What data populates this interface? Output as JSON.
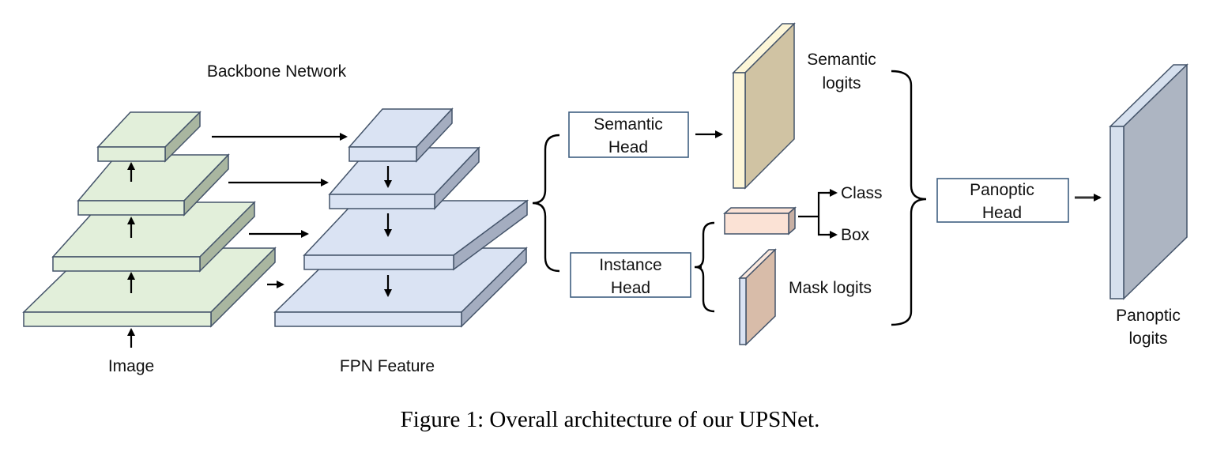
{
  "labels": {
    "backbone": "Backbone Network",
    "image": "Image",
    "fpn": "FPN Feature",
    "semantic_head": [
      "Semantic",
      "Head"
    ],
    "instance_head": [
      "Instance",
      "Head"
    ],
    "semantic_logits": [
      "Semantic",
      "logits"
    ],
    "class": "Class",
    "box": "Box",
    "mask_logits": "Mask logits",
    "panoptic_head": [
      "Panoptic",
      "Head"
    ],
    "panoptic_logits": [
      "Panoptic",
      "logits"
    ]
  },
  "caption": "Figure 1: Overall architecture of our UPSNet.",
  "colors": {
    "backbone_fill": "#e2efda",
    "fpn_fill": "#dae3f3",
    "semantic_logits_front": "#d0c3a3",
    "semantic_logits_side": "#fdf6d8",
    "box_feature": "#fbe2d5",
    "mask_logits_front": "#d8bca9",
    "panoptic_logits_front": "#adb5c2",
    "panoptic_logits_side": "#d6e0ee",
    "box_border": "#3f5f80"
  }
}
